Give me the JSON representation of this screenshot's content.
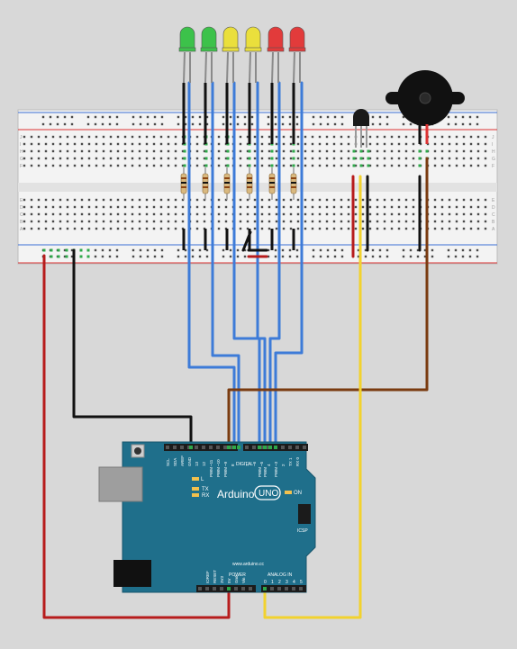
{
  "breadboard": {
    "row_letters_top": [
      "J",
      "I",
      "H",
      "G",
      "F"
    ],
    "row_letters_bottom": [
      "E",
      "D",
      "C",
      "B",
      "A"
    ]
  },
  "leds": [
    {
      "color": "green"
    },
    {
      "color": "green"
    },
    {
      "color": "yellow"
    },
    {
      "color": "yellow"
    },
    {
      "color": "red"
    },
    {
      "color": "red"
    }
  ],
  "components": {
    "temp_sensor": {
      "color": "#1a1a1a"
    },
    "buzzer": {
      "color": "#111111"
    }
  },
  "arduino": {
    "brand": "Arduino",
    "model": "UNO",
    "on_label": "ON",
    "l_label": "L",
    "tx_label": "TX",
    "rx_label": "RX",
    "icsp_label": "ICSP",
    "website": "www.arduino.cc",
    "digital_label": "DIGITAL",
    "power_label": "POWER",
    "analog_label": "ANALOG IN",
    "digital_pins_left": [
      "SCL",
      "SDA",
      "AREF",
      "GND",
      "13",
      "12",
      "~11",
      "~10",
      "~9",
      "8"
    ],
    "digital_pins_right": [
      "7",
      "~6",
      "~5",
      "4",
      "~3",
      "2",
      "TX 1",
      "RX 0"
    ],
    "pwm_label": "PWM",
    "power_pins": [
      "IOREF",
      "RESET",
      "3V3",
      "5V",
      "Gnd",
      "Vin"
    ],
    "analog_pins": [
      "0",
      "1",
      "2",
      "3",
      "4",
      "5"
    ]
  },
  "colors": {
    "board_blue": "#1f6f8b",
    "wire_blue": "#3d7bd8",
    "wire_red": "#b71c1c",
    "wire_black": "#111111",
    "wire_brown": "#7a3b10",
    "wire_yellow": "#f2d22e",
    "breadboard": "#f3f3f3"
  }
}
